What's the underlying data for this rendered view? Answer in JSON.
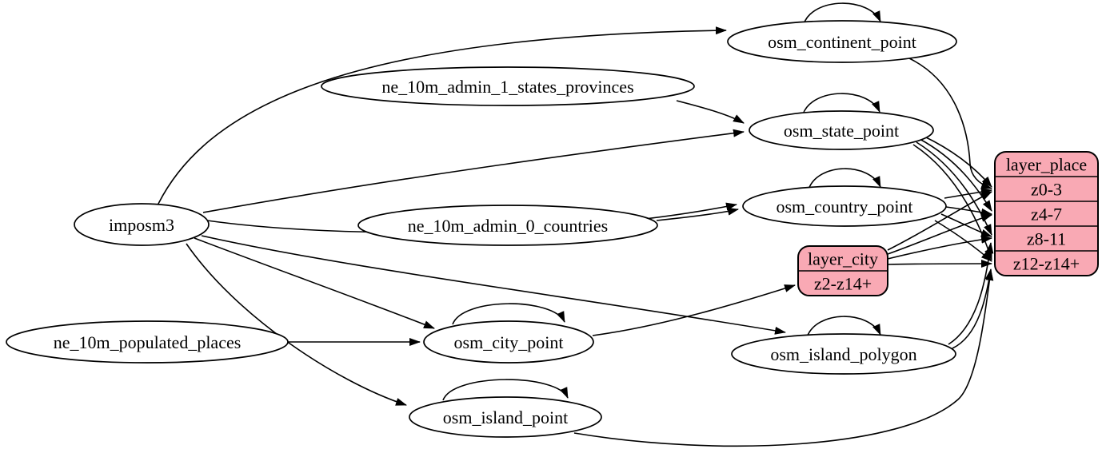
{
  "diagram": {
    "colors": {
      "background": "#ffffff",
      "table_fill": "#ffffff",
      "layer_fill": "#f9a9b4",
      "stroke": "#000000",
      "text": "#000000"
    },
    "nodes": [
      {
        "id": "imposm3",
        "label": "imposm3",
        "type": "source"
      },
      {
        "id": "ne_10m_admin_1_states_provinces",
        "label": "ne_10m_admin_1_states_provinces",
        "type": "source"
      },
      {
        "id": "ne_10m_admin_0_countries",
        "label": "ne_10m_admin_0_countries",
        "type": "source"
      },
      {
        "id": "ne_10m_populated_places",
        "label": "ne_10m_populated_places",
        "type": "source"
      },
      {
        "id": "osm_continent_point",
        "label": "osm_continent_point",
        "type": "table"
      },
      {
        "id": "osm_state_point",
        "label": "osm_state_point",
        "type": "table"
      },
      {
        "id": "osm_country_point",
        "label": "osm_country_point",
        "type": "table"
      },
      {
        "id": "osm_city_point",
        "label": "osm_city_point",
        "type": "table"
      },
      {
        "id": "osm_island_polygon",
        "label": "osm_island_polygon",
        "type": "table"
      },
      {
        "id": "osm_island_point",
        "label": "osm_island_point",
        "type": "table"
      },
      {
        "id": "layer_city",
        "label": "layer_city",
        "type": "layer",
        "rows": [
          "z2-z14+"
        ]
      },
      {
        "id": "layer_place",
        "label": "layer_place",
        "type": "layer",
        "rows": [
          "z0-3",
          "z4-7",
          "z8-11",
          "z12-z14+"
        ]
      }
    ],
    "edges": [
      {
        "from": "imposm3",
        "to": "osm_continent_point"
      },
      {
        "from": "imposm3",
        "to": "osm_state_point"
      },
      {
        "from": "imposm3",
        "to": "osm_country_point"
      },
      {
        "from": "imposm3",
        "to": "osm_city_point"
      },
      {
        "from": "imposm3",
        "to": "osm_island_polygon"
      },
      {
        "from": "imposm3",
        "to": "osm_island_point"
      },
      {
        "from": "ne_10m_admin_1_states_provinces",
        "to": "osm_state_point"
      },
      {
        "from": "ne_10m_admin_0_countries",
        "to": "osm_country_point"
      },
      {
        "from": "ne_10m_populated_places",
        "to": "osm_city_point"
      },
      {
        "from": "osm_continent_point",
        "to": "osm_continent_point",
        "self": true
      },
      {
        "from": "osm_state_point",
        "to": "osm_state_point",
        "self": true
      },
      {
        "from": "osm_country_point",
        "to": "osm_country_point",
        "self": true
      },
      {
        "from": "osm_city_point",
        "to": "osm_city_point",
        "self": true
      },
      {
        "from": "osm_island_polygon",
        "to": "osm_island_polygon",
        "self": true
      },
      {
        "from": "osm_island_point",
        "to": "osm_island_point",
        "self": true
      },
      {
        "from": "osm_continent_point",
        "to": "layer_place",
        "row": "z0-3"
      },
      {
        "from": "osm_state_point",
        "to": "layer_place",
        "row": "z0-3"
      },
      {
        "from": "osm_state_point",
        "to": "layer_place",
        "row": "z4-7"
      },
      {
        "from": "osm_state_point",
        "to": "layer_place",
        "row": "z8-11"
      },
      {
        "from": "osm_state_point",
        "to": "layer_place",
        "row": "z12-z14+"
      },
      {
        "from": "osm_country_point",
        "to": "layer_place",
        "row": "z0-3"
      },
      {
        "from": "osm_country_point",
        "to": "layer_place",
        "row": "z4-7"
      },
      {
        "from": "osm_country_point",
        "to": "layer_place",
        "row": "z8-11"
      },
      {
        "from": "osm_country_point",
        "to": "layer_place",
        "row": "z12-z14+"
      },
      {
        "from": "osm_city_point",
        "to": "layer_city",
        "row": "z2-z14+"
      },
      {
        "from": "layer_city",
        "to": "layer_place",
        "row": "z0-3"
      },
      {
        "from": "layer_city",
        "to": "layer_place",
        "row": "z4-7"
      },
      {
        "from": "layer_city",
        "to": "layer_place",
        "row": "z8-11"
      },
      {
        "from": "layer_city",
        "to": "layer_place",
        "row": "z12-z14+"
      },
      {
        "from": "osm_island_polygon",
        "to": "layer_place",
        "row": "z8-11"
      },
      {
        "from": "osm_island_polygon",
        "to": "layer_place",
        "row": "z12-z14+"
      },
      {
        "from": "osm_island_point",
        "to": "layer_place",
        "row": "z12-z14+"
      }
    ]
  }
}
